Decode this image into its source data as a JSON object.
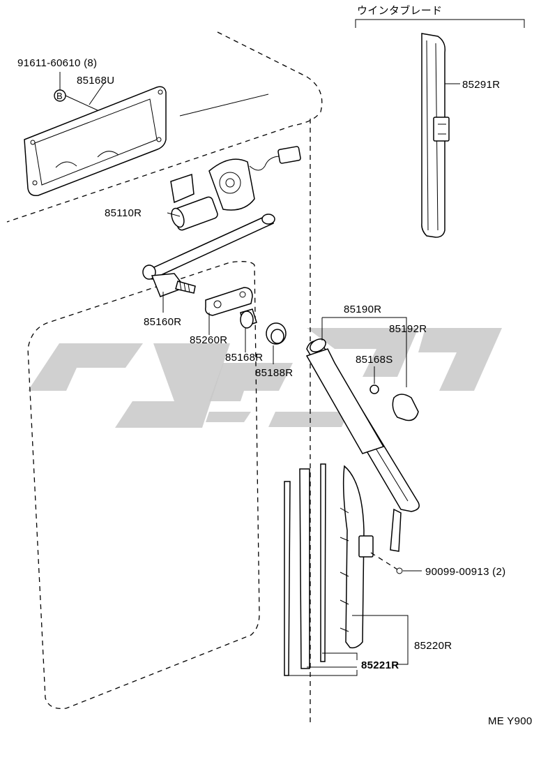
{
  "diagram": {
    "header_group_label": "ウインタブレード",
    "footer_code": "ME Y900",
    "callout_marker": "B",
    "parts": [
      {
        "id": "p1",
        "label": "91611-60610 (8)"
      },
      {
        "id": "p2",
        "label": "85168U"
      },
      {
        "id": "p3",
        "label": "85291R"
      },
      {
        "id": "p4",
        "label": "85110R"
      },
      {
        "id": "p5",
        "label": "85160R"
      },
      {
        "id": "p6",
        "label": "85260R"
      },
      {
        "id": "p7",
        "label": "85168R"
      },
      {
        "id": "p8",
        "label": "85188R"
      },
      {
        "id": "p9",
        "label": "85190R"
      },
      {
        "id": "p10",
        "label": "85192R"
      },
      {
        "id": "p11",
        "label": "85168S"
      },
      {
        "id": "p12",
        "label": "90099-00913 (2)"
      },
      {
        "id": "p13",
        "label": "85220R"
      },
      {
        "id": "p14",
        "label": "85221R"
      }
    ]
  }
}
